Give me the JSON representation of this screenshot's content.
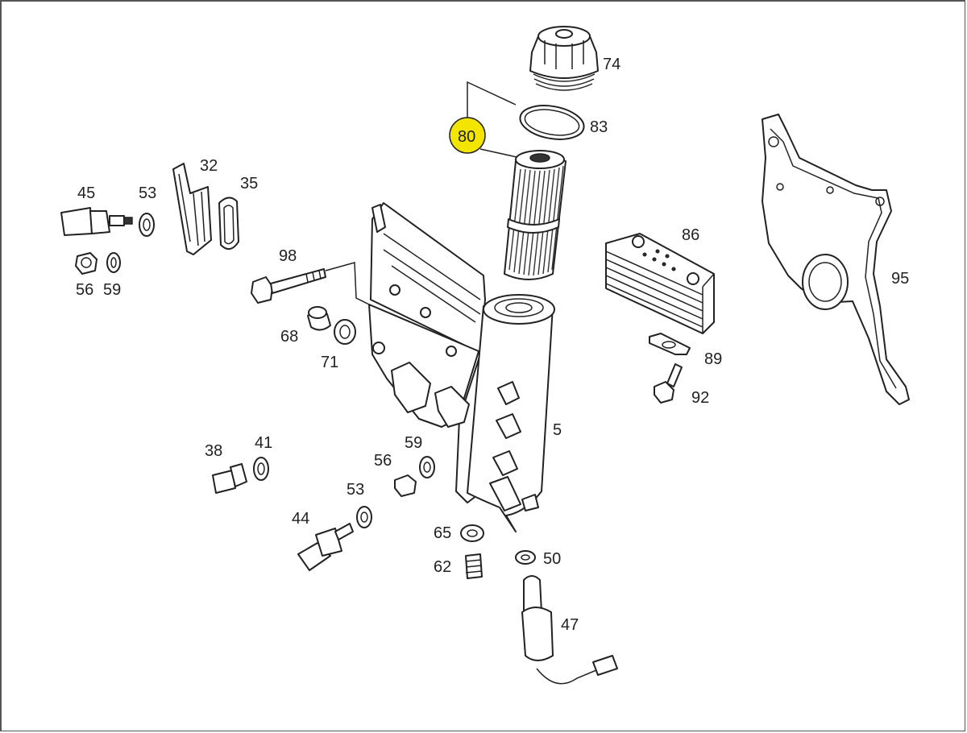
{
  "diagram": {
    "highlight_color": "#f2e600",
    "labels": [
      {
        "id": "74",
        "text": "74"
      },
      {
        "id": "83",
        "text": "83"
      },
      {
        "id": "80",
        "text": "80",
        "highlighted": true
      },
      {
        "id": "32",
        "text": "32"
      },
      {
        "id": "35",
        "text": "35"
      },
      {
        "id": "45",
        "text": "45"
      },
      {
        "id": "53a",
        "text": "53"
      },
      {
        "id": "56a",
        "text": "56"
      },
      {
        "id": "59a",
        "text": "59"
      },
      {
        "id": "86",
        "text": "86"
      },
      {
        "id": "95",
        "text": "95"
      },
      {
        "id": "98",
        "text": "98"
      },
      {
        "id": "68",
        "text": "68"
      },
      {
        "id": "71",
        "text": "71"
      },
      {
        "id": "89",
        "text": "89"
      },
      {
        "id": "92",
        "text": "92"
      },
      {
        "id": "5",
        "text": "5"
      },
      {
        "id": "38",
        "text": "38"
      },
      {
        "id": "41",
        "text": "41"
      },
      {
        "id": "59b",
        "text": "59"
      },
      {
        "id": "56b",
        "text": "56"
      },
      {
        "id": "53b",
        "text": "53"
      },
      {
        "id": "44",
        "text": "44"
      },
      {
        "id": "65",
        "text": "65"
      },
      {
        "id": "62",
        "text": "62"
      },
      {
        "id": "50",
        "text": "50"
      },
      {
        "id": "47",
        "text": "47"
      }
    ]
  }
}
